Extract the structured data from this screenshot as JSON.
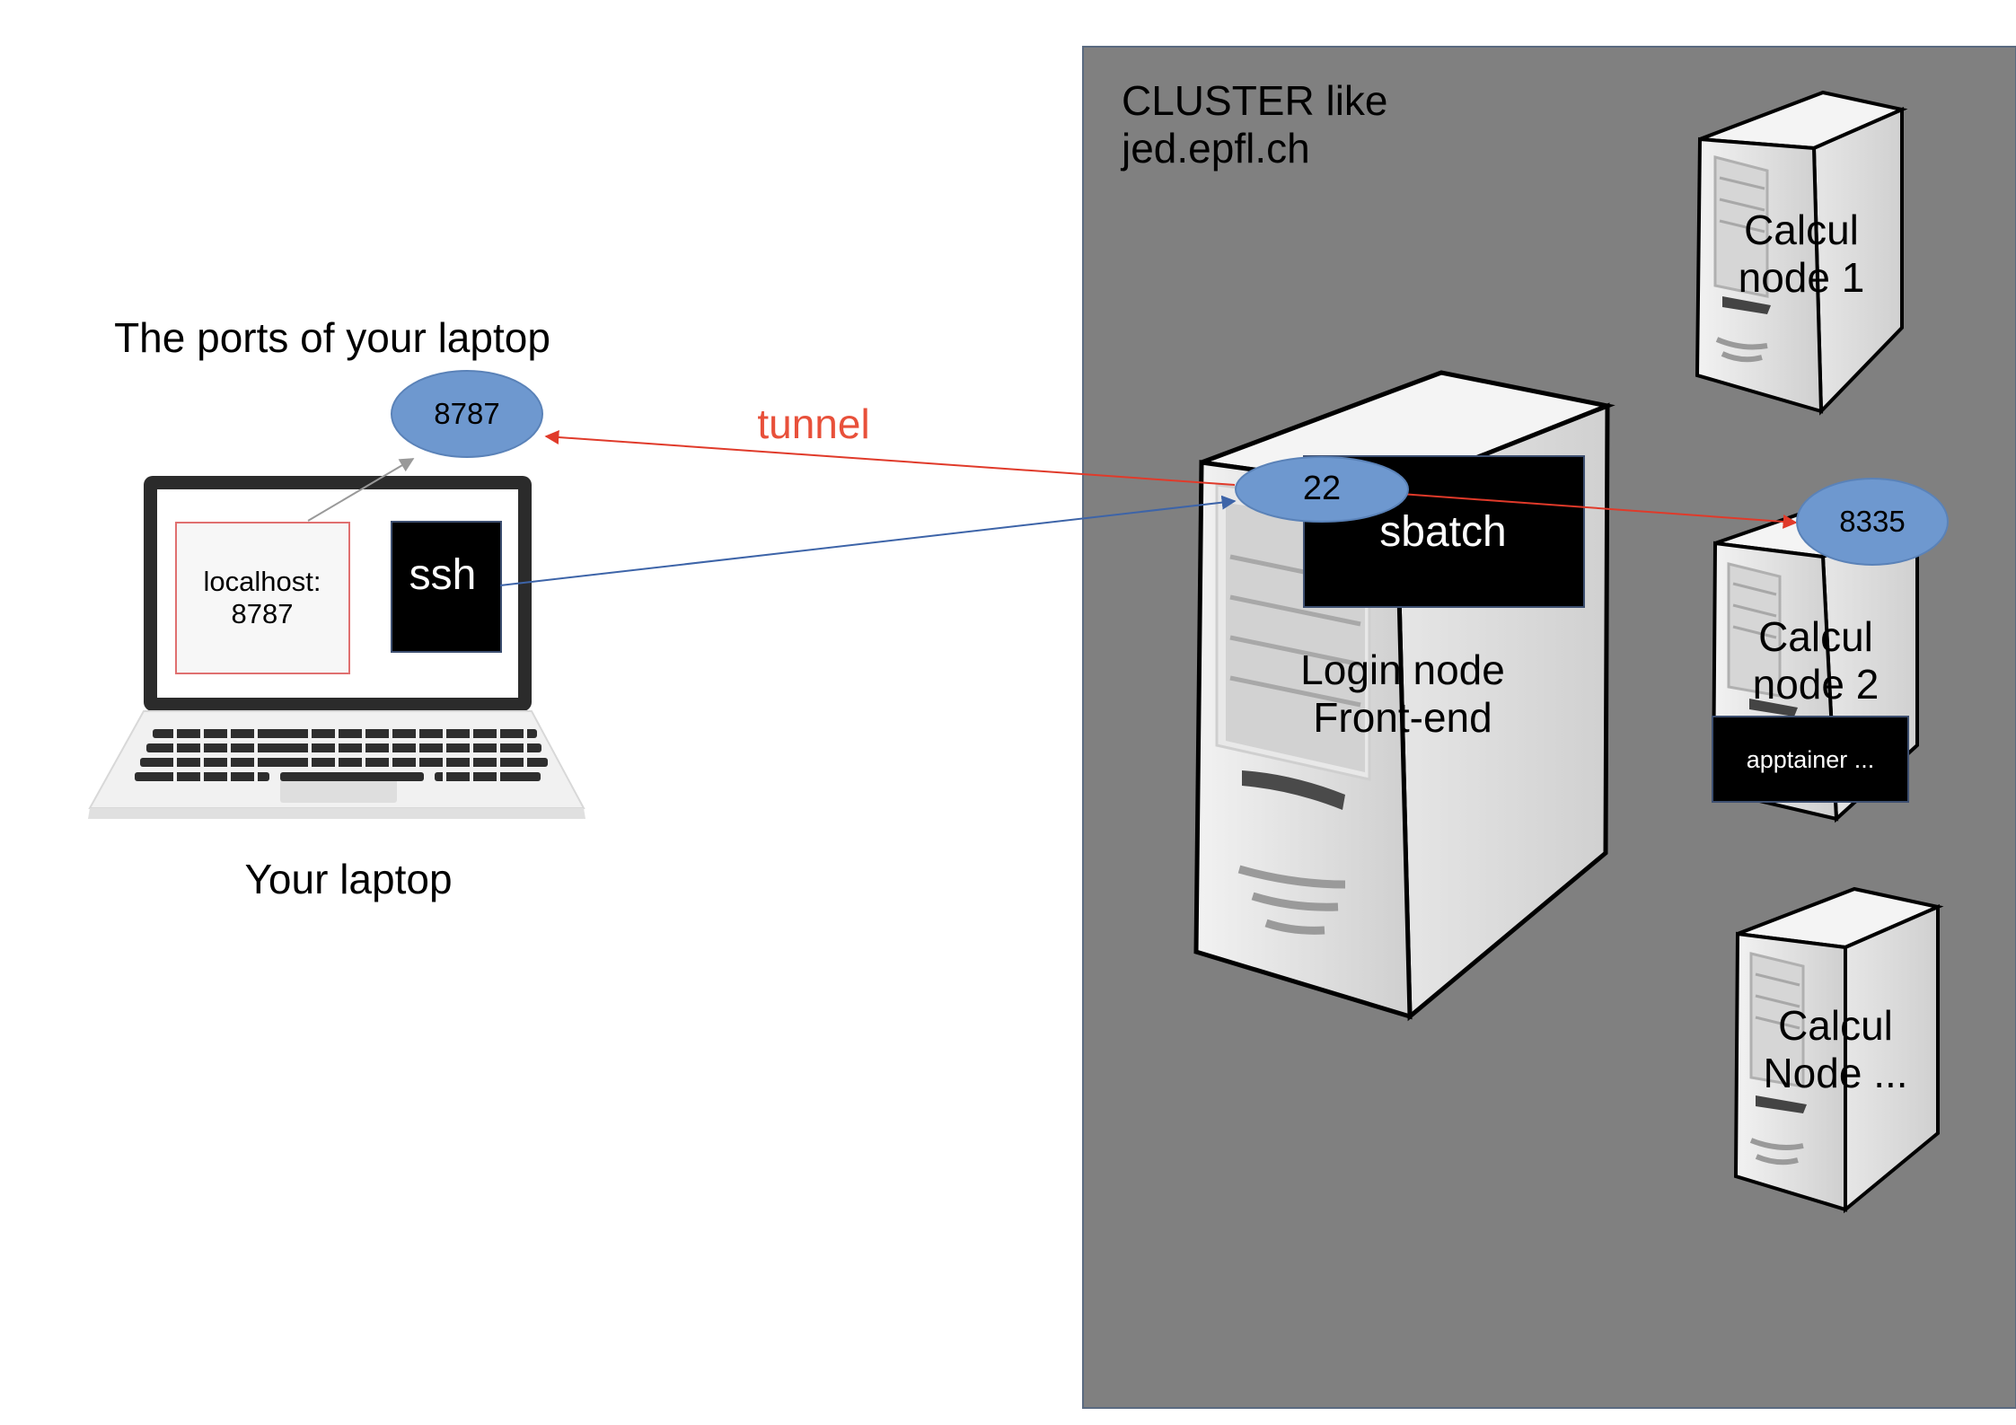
{
  "cluster": {
    "title_line1": "CLUSTER like",
    "title_line2": "jed.epfl.ch"
  },
  "laptop": {
    "ports_caption": "The ports of your laptop",
    "caption": "Your laptop",
    "port": "8787",
    "localhost_line1": "localhost:",
    "localhost_line2": "8787",
    "ssh_label": "ssh"
  },
  "login_node": {
    "port": "22",
    "sbatch_label": "sbatch",
    "label_line1": "Login node",
    "label_line2": "Front-end"
  },
  "tunnel_label": "tunnel",
  "calcul_nodes": [
    {
      "line1": "Calcul",
      "line2": "node 1"
    },
    {
      "line1": "Calcul",
      "line2": "node 2",
      "port": "8335",
      "apptainer_label": "apptainer ..."
    },
    {
      "line1": "Calcul",
      "line2": "Node ..."
    }
  ],
  "colors": {
    "cluster_bg": "#808080",
    "port_ellipse": "#6e98cf",
    "tunnel": "#e8503a",
    "ssh_arrow": "#3d64a8",
    "localhost_border": "#e07070"
  }
}
